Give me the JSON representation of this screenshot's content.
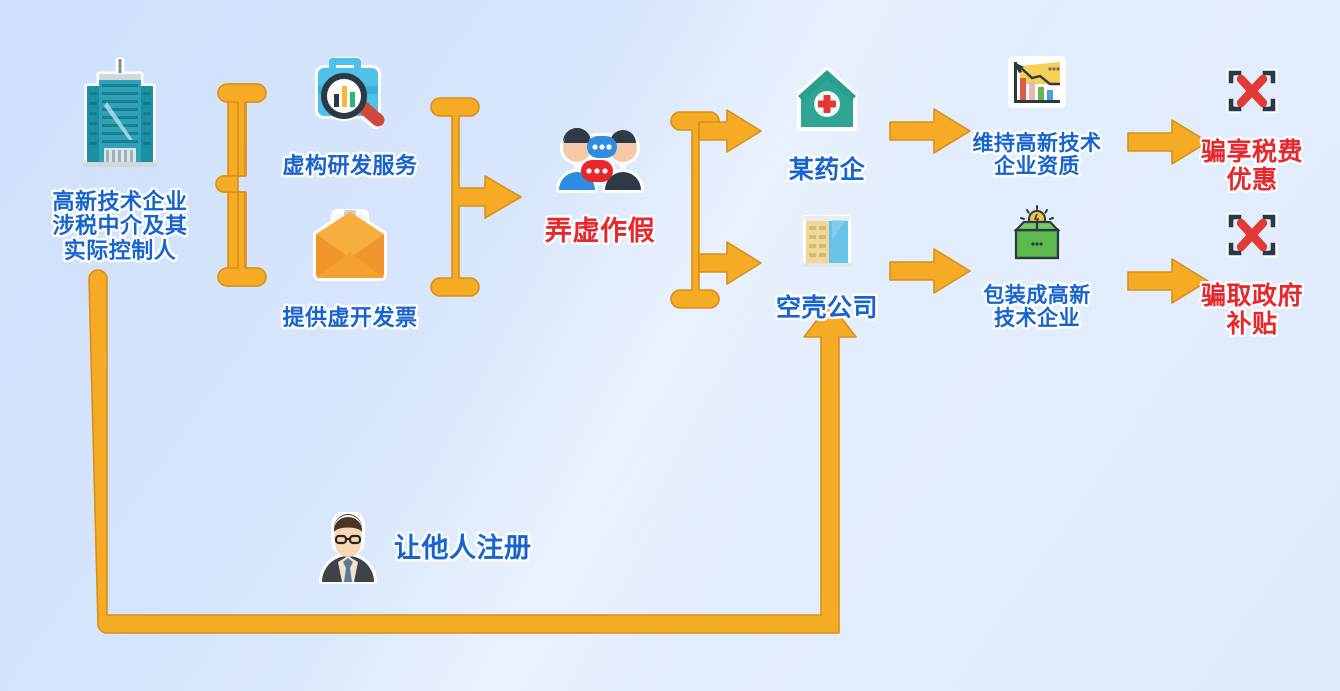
{
  "diagram": {
    "title_theme": "高新技术企业涉税中介虚假包装骗取税费优惠与政府补贴流程图",
    "colors": {
      "background_start": "#cfe0fb",
      "background_end": "#e2edfd",
      "connector": "#f5ab24",
      "connector_stroke": "#d98f18",
      "label_blue": "#1764d0",
      "label_red": "#e8262b",
      "label_outline": "#ffffff"
    },
    "nodes": {
      "source": {
        "label": "高新技术企业\n涉税中介及其\n实际控制人",
        "icon": "office-building-icon",
        "color": "blue"
      },
      "method_top": {
        "label": "虚构研发服务",
        "icon": "briefcase-magnifier-chart-icon",
        "color": "blue"
      },
      "method_bottom": {
        "label": "提供虚开发票",
        "icon": "envelope-invoice-chart-icon",
        "color": "blue"
      },
      "falsify": {
        "label": "弄虚作假",
        "icon": "two-people-chat-icon",
        "color": "red"
      },
      "target_top": {
        "label": "某药企",
        "icon": "hospital-cross-icon",
        "color": "blue"
      },
      "target_bottom": {
        "label": "空壳公司",
        "icon": "empty-office-building-icon",
        "color": "blue"
      },
      "effect_top": {
        "label": "维持高新技术\n企业资质",
        "icon": "declining-bar-chart-icon",
        "color": "blue"
      },
      "effect_bottom": {
        "label": "包装成高新\n技术企业",
        "icon": "lightbulb-open-box-icon",
        "color": "blue"
      },
      "result_top": {
        "label": "骗享税费\n优惠",
        "icon": "red-x-crosshair-icon",
        "color": "red"
      },
      "result_bottom": {
        "label": "骗取政府\n补贴",
        "icon": "red-x-crosshair-icon",
        "color": "red"
      },
      "register": {
        "label": "让他人注册",
        "icon": "businessman-avatar-icon",
        "color": "blue"
      }
    },
    "connectors": [
      {
        "name": "source-to-methods-brace",
        "shape": "left-brace",
        "from": "source",
        "to": [
          "method_top",
          "method_bottom"
        ]
      },
      {
        "name": "methods-to-falsify-brace",
        "shape": "right-brace-arrow",
        "from": [
          "method_top",
          "method_bottom"
        ],
        "to": "falsify"
      },
      {
        "name": "falsify-to-targets-brace",
        "shape": "split-brace-two-arrows",
        "from": "falsify",
        "to": [
          "target_top",
          "target_bottom"
        ]
      },
      {
        "name": "target-top-to-effect-top-arrow",
        "shape": "arrow-right",
        "from": "target_top",
        "to": "effect_top"
      },
      {
        "name": "effect-top-to-result-top-arrow",
        "shape": "arrow-right",
        "from": "effect_top",
        "to": "result_top"
      },
      {
        "name": "target-bottom-to-effect-bottom-arrow",
        "shape": "arrow-right",
        "from": "target_bottom",
        "to": "effect_bottom"
      },
      {
        "name": "effect-bottom-to-result-bottom-arrow",
        "shape": "arrow-right",
        "from": "effect_bottom",
        "to": "result_bottom"
      },
      {
        "name": "source-to-shell-company-loop-arrow",
        "shape": "u-path-arrow-up",
        "from": "source",
        "to": "target_bottom",
        "via_label": "让他人注册"
      }
    ]
  }
}
